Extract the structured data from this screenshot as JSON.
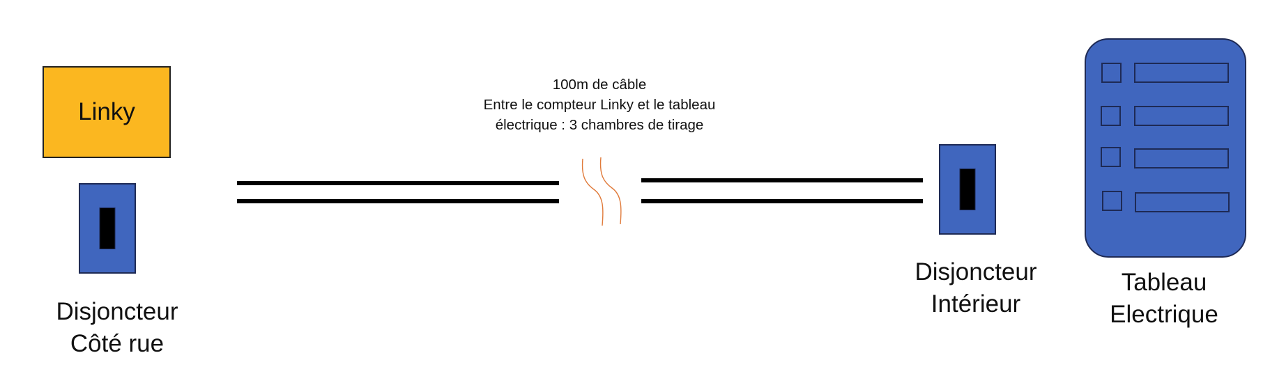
{
  "nodes": {
    "linky": {
      "label": "Linky",
      "color": "#FBB720"
    },
    "breaker_street": {
      "label_line1": "Disjoncteur",
      "label_line2": "Côté rue",
      "color": "#4066BE"
    },
    "breaker_interior": {
      "label_line1": "Disjoncteur",
      "label_line2": "Intérieur",
      "color": "#4066BE"
    },
    "panel": {
      "label_line1": "Tableau",
      "label_line2": "Electrique",
      "color": "#4066BE",
      "breaker_rows": 4
    }
  },
  "cable": {
    "note_line1": "100m de câble",
    "note_line2": "Entre le compteur Linky et le tableau",
    "note_line3": "électrique : 3 chambres de tirage",
    "break_color": "#E07A3A"
  }
}
